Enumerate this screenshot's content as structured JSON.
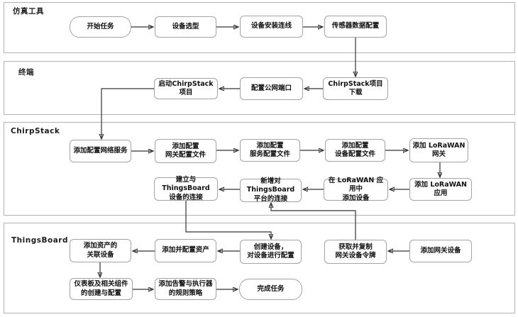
{
  "colors": {
    "background": "#ffffff",
    "lane_border": "#b3b3b3",
    "node_border": "#a3a3a3",
    "arrow": "#333333",
    "text": "#121212"
  },
  "diagram": {
    "type": "swimlane-flowchart",
    "lanes": [
      {
        "id": "simulation-tool",
        "label": "仿真工具"
      },
      {
        "id": "terminal",
        "label": "终端"
      },
      {
        "id": "chirpstack",
        "label": "ChirpStack"
      },
      {
        "id": "thingsboard",
        "label": "ThingsBoard"
      }
    ],
    "nodes": [
      {
        "id": "start-task",
        "lane": "仿真工具",
        "shape": "terminator",
        "label": "开始任务"
      },
      {
        "id": "device-selection",
        "lane": "仿真工具",
        "shape": "process",
        "label": "设备选型"
      },
      {
        "id": "device-install-wiring",
        "lane": "仿真工具",
        "shape": "process",
        "label": "设备安装连线"
      },
      {
        "id": "sensor-data-config",
        "lane": "仿真工具",
        "shape": "process",
        "label": "传感器数据配置"
      },
      {
        "id": "launch-chirpstack-project",
        "lane": "终端",
        "shape": "process",
        "label": "启动ChirpStack项目"
      },
      {
        "id": "configure-public-port",
        "lane": "终端",
        "shape": "process",
        "label": "配置公网端口"
      },
      {
        "id": "chirpstack-project-download",
        "lane": "终端",
        "shape": "process",
        "label": "ChirpStack项目下载"
      },
      {
        "id": "add-network-server-config",
        "lane": "ChirpStack",
        "shape": "process",
        "label": "添加配置网络服务"
      },
      {
        "id": "add-gateway-config-file",
        "lane": "ChirpStack",
        "shape": "process",
        "label": "添加配置\n网关配置文件"
      },
      {
        "id": "add-service-config-file",
        "lane": "ChirpStack",
        "shape": "process",
        "label": "添加配置\n服务配置文件"
      },
      {
        "id": "add-device-config-file",
        "lane": "ChirpStack",
        "shape": "process",
        "label": "添加配置\n设备配置文件"
      },
      {
        "id": "add-lorawan-gateway",
        "lane": "ChirpStack",
        "shape": "process",
        "label": "添加 LoRaWAN 网关"
      },
      {
        "id": "create-thingsboard-device-connection",
        "lane": "ChirpStack",
        "shape": "process",
        "label": "建立与ThingsBoard\n设备的连接"
      },
      {
        "id": "add-thingsboard-platform-connection",
        "lane": "ChirpStack",
        "shape": "process",
        "label": "新增对ThingsBoard\n平台的连接"
      },
      {
        "id": "add-device-in-lorawan-app",
        "lane": "ChirpStack",
        "shape": "process",
        "label": "在 LoRaWAN 应用中\n添加设备"
      },
      {
        "id": "add-lorawan-app",
        "lane": "ChirpStack",
        "shape": "process",
        "label": "添加 LoRaWAN 应用"
      },
      {
        "id": "add-asset-related-device",
        "lane": "ThingsBoard",
        "shape": "process",
        "label": "添加资产的\n关联设备"
      },
      {
        "id": "add-and-configure-asset",
        "lane": "ThingsBoard",
        "shape": "process",
        "label": "添加并配置资产"
      },
      {
        "id": "create-device-configure",
        "lane": "ThingsBoard",
        "shape": "process",
        "label": "创建设备，\n对设备进行配置"
      },
      {
        "id": "get-copy-gateway-token",
        "lane": "ThingsBoard",
        "shape": "process",
        "label": "获取并复制\n网关设备令牌"
      },
      {
        "id": "add-gateway-device",
        "lane": "ThingsBoard",
        "shape": "process",
        "label": "添加网关设备"
      },
      {
        "id": "dashboard-components-create-configure",
        "lane": "ThingsBoard",
        "shape": "process",
        "label": "仪表板及相关组件\n的创建与配置"
      },
      {
        "id": "add-alarm-actuator-rules",
        "lane": "ThingsBoard",
        "shape": "process",
        "label": "添加告警与执行器\n的规则策略"
      },
      {
        "id": "finish-task",
        "lane": "ThingsBoard",
        "shape": "terminator",
        "label": "完成任务"
      }
    ],
    "edges": [
      {
        "from": "start-task",
        "to": "device-selection"
      },
      {
        "from": "device-selection",
        "to": "device-install-wiring"
      },
      {
        "from": "device-install-wiring",
        "to": "sensor-data-config"
      },
      {
        "from": "sensor-data-config",
        "to": "chirpstack-project-download"
      },
      {
        "from": "chirpstack-project-download",
        "to": "configure-public-port"
      },
      {
        "from": "configure-public-port",
        "to": "launch-chirpstack-project"
      },
      {
        "from": "launch-chirpstack-project",
        "to": "add-network-server-config"
      },
      {
        "from": "add-network-server-config",
        "to": "add-gateway-config-file"
      },
      {
        "from": "add-gateway-config-file",
        "to": "add-service-config-file"
      },
      {
        "from": "add-service-config-file",
        "to": "add-device-config-file"
      },
      {
        "from": "add-device-config-file",
        "to": "add-lorawan-gateway"
      },
      {
        "from": "add-lorawan-gateway",
        "to": "add-lorawan-app"
      },
      {
        "from": "add-lorawan-app",
        "to": "add-device-in-lorawan-app"
      },
      {
        "from": "add-device-in-lorawan-app",
        "to": "add-thingsboard-platform-connection"
      },
      {
        "from": "add-thingsboard-platform-connection",
        "to": "create-thingsboard-device-connection"
      },
      {
        "from": "create-thingsboard-device-connection",
        "to": "create-device-configure"
      },
      {
        "from": "add-gateway-device",
        "to": "get-copy-gateway-token"
      },
      {
        "from": "get-copy-gateway-token",
        "to": "add-thingsboard-platform-connection"
      },
      {
        "from": "create-device-configure",
        "to": "add-and-configure-asset"
      },
      {
        "from": "add-and-configure-asset",
        "to": "add-asset-related-device"
      },
      {
        "from": "add-asset-related-device",
        "to": "dashboard-components-create-configure"
      },
      {
        "from": "dashboard-components-create-configure",
        "to": "add-alarm-actuator-rules"
      },
      {
        "from": "add-alarm-actuator-rules",
        "to": "finish-task"
      }
    ]
  }
}
